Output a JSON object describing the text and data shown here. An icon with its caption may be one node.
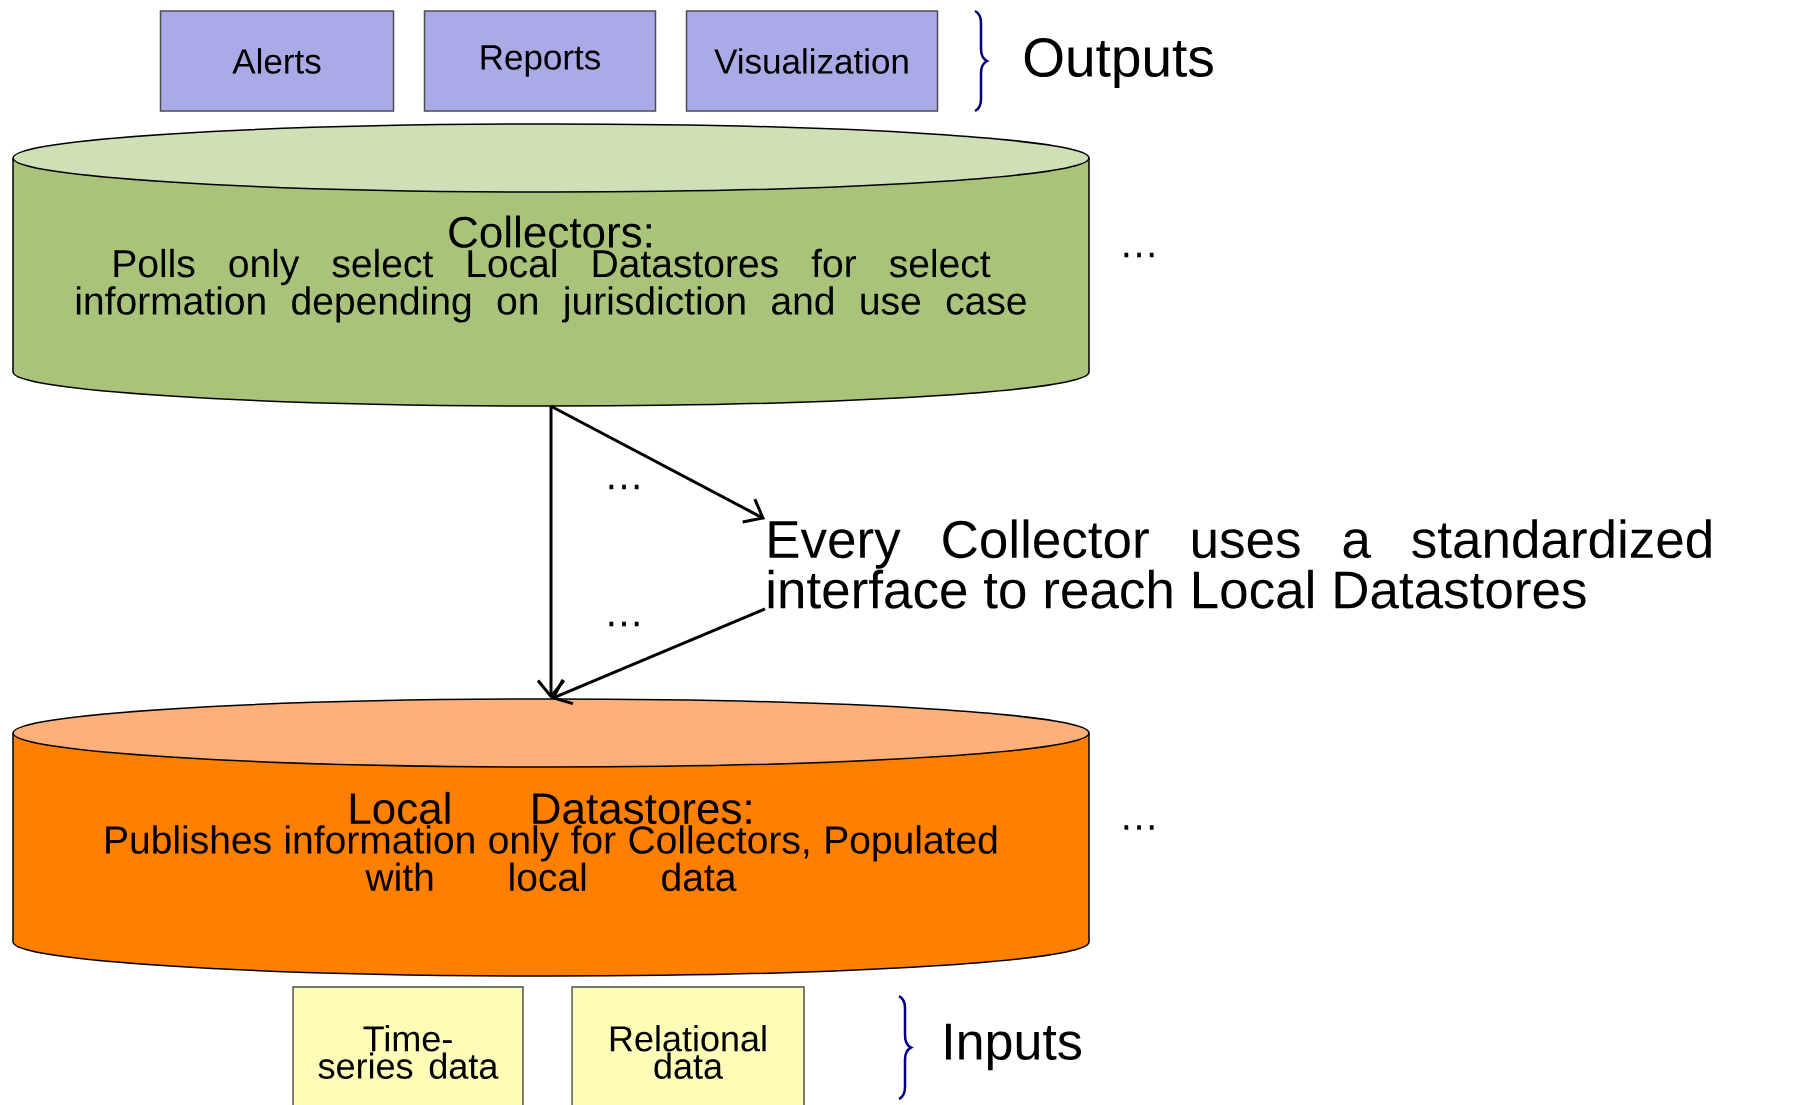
{
  "diagram": {
    "nodes": [
      {
        "text": [
          "Alerts"
        ]
      },
      {
        "text": [
          "Reports"
        ]
      },
      {
        "text": [
          "Visualization"
        ]
      },
      {
        "text": [
          "Collectors:",
          "Polls only select Local Datastores for select information depending on jurisdiction and use case"
        ],
        "beside": [
          "…"
        ]
      },
      {
        "text": [
          "Every Collector uses a standardized interface to reach Local Datastores"
        ]
      },
      {
        "text": [
          "Local Datastores:",
          "Publishes information only for Collectors, Populated with local data"
        ],
        "beside": [
          "…"
        ]
      },
      {
        "text": [
          "Time-series data"
        ]
      },
      {
        "text": [
          "Relational data"
        ]
      }
    ],
    "edges": [
      {
        "from": 3,
        "to": 5,
        "arrow": "to"
      },
      {
        "from": 3,
        "to": 4,
        "arrow": "to"
      },
      {
        "from": 4,
        "to": 5,
        "arrow": "to"
      }
    ],
    "labels": [
      "Outputs",
      "…",
      "…",
      "Inputs"
    ]
  }
}
